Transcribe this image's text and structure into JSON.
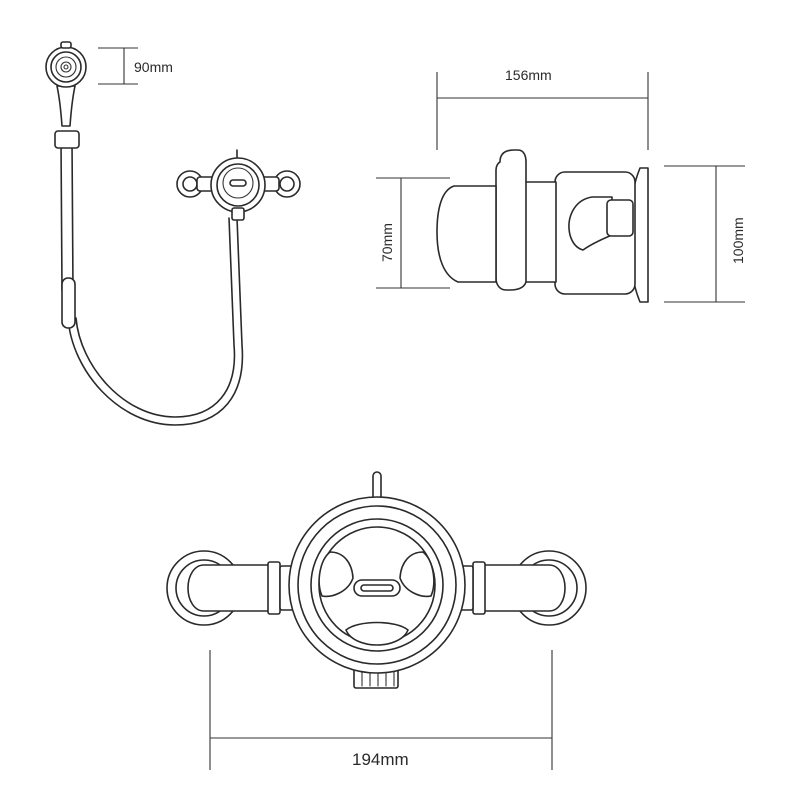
{
  "dimensions": {
    "handset_head": "90mm",
    "body_depth": "156mm",
    "fixing_height": "70mm",
    "cover_height": "100mm",
    "overall_width": "194mm"
  }
}
